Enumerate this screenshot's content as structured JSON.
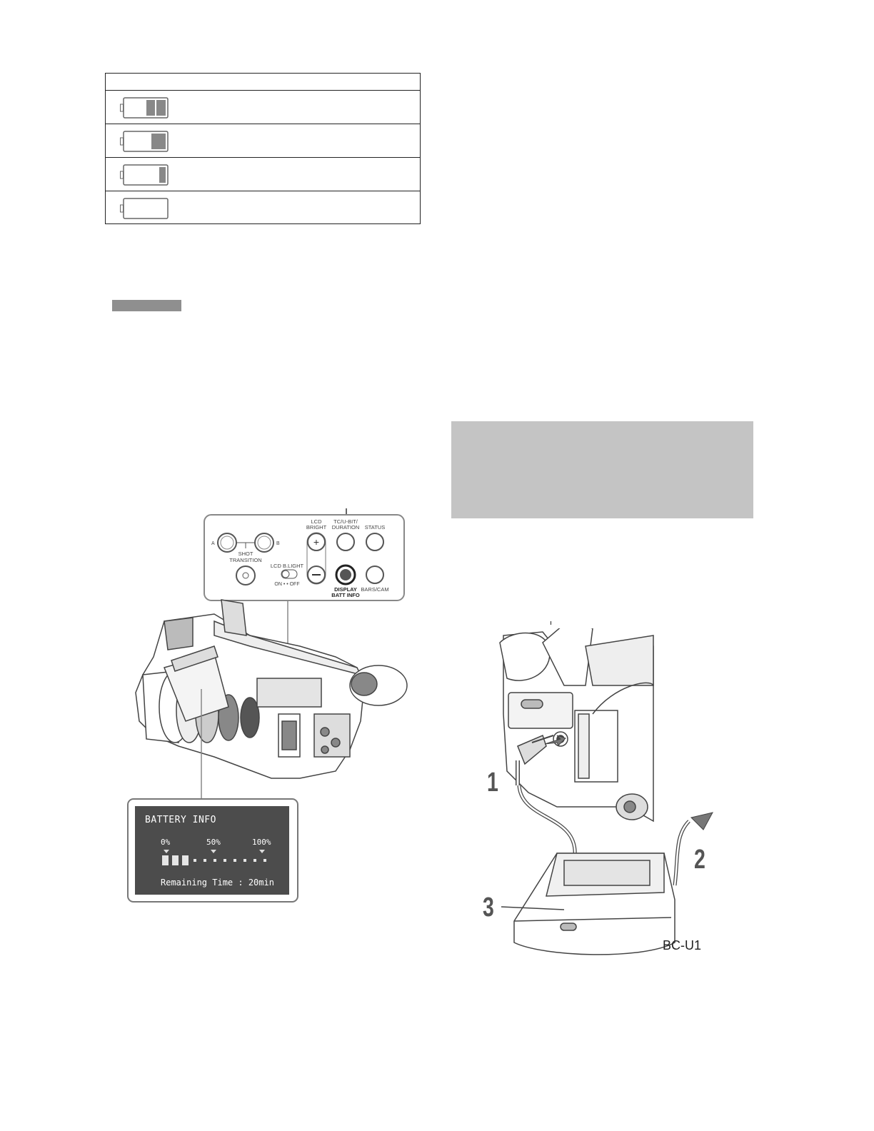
{
  "battery_table": {
    "rows": [
      {
        "icon": "battery-two-segments-icon",
        "level": 2
      },
      {
        "icon": "battery-one-segment-icon",
        "level": 1
      },
      {
        "icon": "battery-thin-segment-icon",
        "level": 0.5
      },
      {
        "icon": "battery-empty-icon",
        "level": 0
      }
    ]
  },
  "control_panel": {
    "btn_a": "A",
    "btn_b": "B",
    "shot_transition": [
      "SHOT",
      "TRANSITION"
    ],
    "lcd_bright": [
      "LCD",
      "BRIGHT"
    ],
    "tc_ubit": [
      "TC/U-BIT/",
      "DURATION"
    ],
    "status": "STATUS",
    "lcd_blight": "LCD B.LIGHT",
    "on_off": "ON • • OFF",
    "display_batt": [
      "DISPLAY",
      "BATT INFO"
    ],
    "bars_cam": "BARS/CAM"
  },
  "battery_info_screen": {
    "title": "BATTERY INFO",
    "pct_0": "0%",
    "pct_50": "50%",
    "pct_100": "100%",
    "remaining": "Remaining Time : 20min",
    "filled_segments": 3,
    "total_segments": 11
  },
  "charging_figure": {
    "step_1": "1",
    "step_2": "2",
    "step_3": "3",
    "charger_label": "BC-U1"
  },
  "colors": {
    "grey_bar": "#8f8f8f",
    "grey_panel": "#c4c4c4",
    "lcd_background": "#4c4c4c"
  }
}
